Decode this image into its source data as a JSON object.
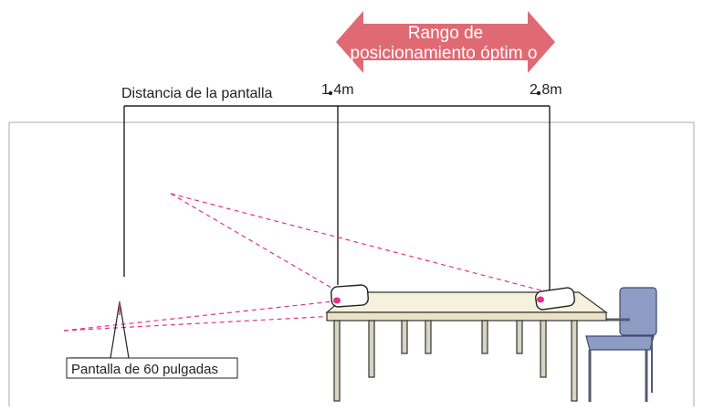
{
  "diagram": {
    "banner": {
      "line1": "Rango de",
      "line2": "posicionamiento óptim o"
    },
    "distance_label": "Distancia de la pantalla",
    "marks": [
      "1.4m",
      "2.8m"
    ],
    "screen_label": "Pantalla de 60 pulgadas"
  },
  "colors": {
    "banner_fill": "#e06a74",
    "banner_text": "#ffffff",
    "projection_lines": "#e0338a",
    "chair_fill": "#8e9bc3",
    "table_top": "#f5f1dc"
  }
}
